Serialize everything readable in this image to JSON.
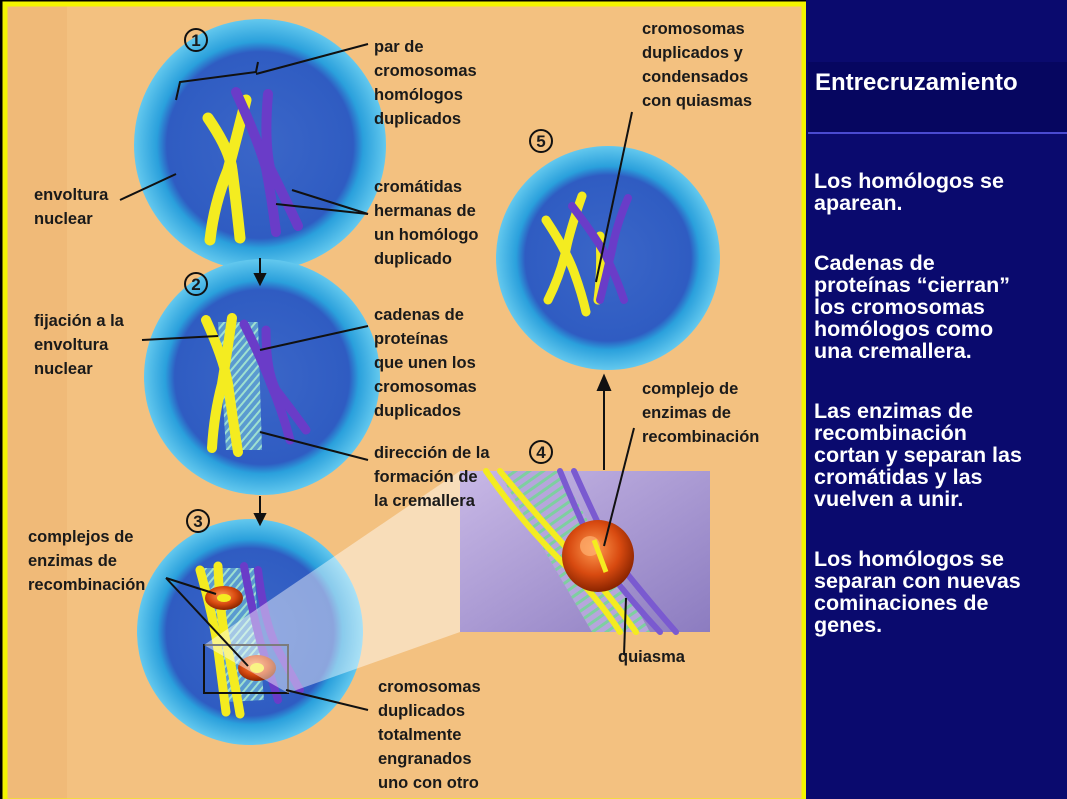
{
  "slide": {
    "title": "Entrecruzamiento",
    "bullets": [
      "Los homólogos se\naparean.",
      "Cadenas de\nproteínas “cierran”\nlos cromosomas\nhomólogos como\nuna cremallera.",
      "Las enzimas de\nrecombinación\ncortan y separan las\ncromátidas y las\nvuelven a unir.",
      "Los homólogos se\nseparan con nuevas\ncominaciones de\ngenes."
    ]
  },
  "figure": {
    "steps": [
      "1",
      "2",
      "3",
      "4",
      "5"
    ],
    "labels": {
      "homolog_pair": [
        "par de",
        "cromosomas",
        "homólogos",
        "duplicados"
      ],
      "nuclear_envelope": [
        "envoltura",
        "nuclear"
      ],
      "sister_chromatids": [
        "cromátidas",
        "hermanas de",
        "un homólogo",
        "duplicado"
      ],
      "attachment": [
        "fijación a la",
        "envoltura",
        "nuclear"
      ],
      "protein_chains": [
        "cadenas de",
        "proteínas",
        "que unen los",
        "cromosomas",
        "duplicados"
      ],
      "zipper_direction": [
        "dirección de la",
        "formación de",
        "la cremallera"
      ],
      "recomb_complexes_left": [
        "complejos de",
        "enzimas de",
        "recombinación"
      ],
      "fully_zipped": [
        "cromosomas",
        "duplicados",
        "totalmente",
        "engranados",
        "uno con otro"
      ],
      "condensed": [
        "cromosomas",
        "duplicados y",
        "condensados",
        "con quiasmas"
      ],
      "recomb_complex_right": [
        "complejo de",
        "enzimas de",
        "recombinación"
      ],
      "chiasma": [
        "quiasma"
      ]
    }
  },
  "colors": {
    "slide_background": "#0a0a6e",
    "figure_background": "#f3c180",
    "frame_border": "#f4f400",
    "chromosome_yellow": "#f4ec20",
    "chromosome_purple": "#6a3cc8",
    "nucleus_blue": "#3a6fd0",
    "recombination_orange": "#e0601c"
  }
}
